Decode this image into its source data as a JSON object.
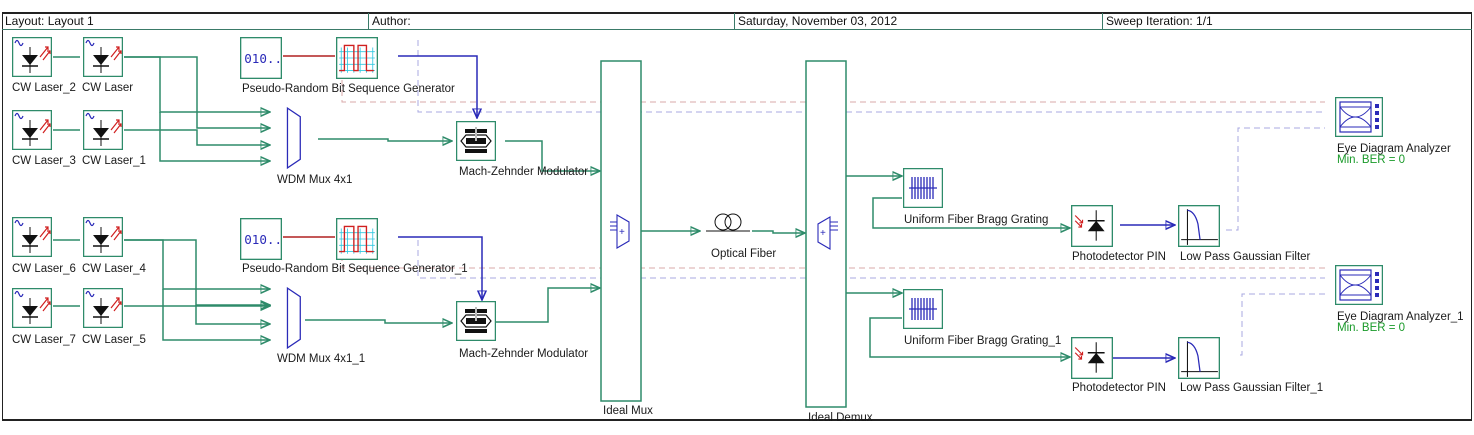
{
  "header": {
    "layout": "Layout: Layout 1",
    "author": "Author:",
    "date": "Saturday, November 03, 2012",
    "sweep": "Sweep Iteration: 1/1"
  },
  "colors": {
    "optical": "#2e8b6a",
    "electrical": "#2a2ab8",
    "binary": "#b02020",
    "frame": "#3a7a68",
    "monitor_red": "#d8a8a8",
    "monitor_blue": "#a8a8e0",
    "ber": "#1a9a2a"
  },
  "components": {
    "cw_laser_2": "CW Laser_2",
    "cw_laser": "CW Laser",
    "cw_laser_3": "CW Laser_3",
    "cw_laser_1": "CW Laser_1",
    "cw_laser_6": "CW Laser_6",
    "cw_laser_4": "CW Laser_4",
    "cw_laser_7": "CW Laser_7",
    "cw_laser_5": "CW Laser_5",
    "prbs": "Pseudo-Random Bit Sequence Generator",
    "prbs_1": "Pseudo-Random Bit Sequence Generator_1",
    "wdm_mux": "WDM Mux 4x1",
    "wdm_mux_1": "WDM Mux 4x1_1",
    "mzm": "Mach-Zehnder Modulator",
    "mzm_1": "Mach-Zehnder Modulator",
    "ideal_mux": "Ideal Mux",
    "optical_fiber": "Optical Fiber",
    "ideal_demux": "Ideal Demux",
    "fbg": "Uniform Fiber Bragg Grating",
    "fbg_1": "Uniform Fiber Bragg Grating_1",
    "pd": "Photodetector PIN",
    "pd_1": "Photodetector PIN",
    "lpf": "Low Pass Gaussian Filter",
    "lpf_1": "Low Pass Gaussian Filter_1",
    "eye": "Eye Diagram Analyzer",
    "eye_1": "Eye Diagram Analyzer_1",
    "eye_ber": "Min. BER = 0",
    "eye_1_ber": "Min. BER = 0",
    "prbs_glyph": "010.."
  }
}
